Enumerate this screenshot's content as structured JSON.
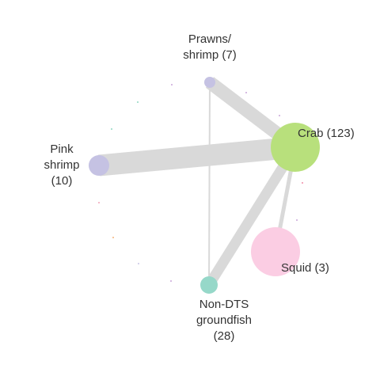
{
  "colors": {
    "edge": "#d9d9d9",
    "crab": "#b8e07c",
    "squid": "#fbcde3",
    "pink_shrimp": "#c5c2e3",
    "prawns": "#c5c2e3",
    "groundfish": "#96d8c9"
  },
  "nodes": [
    {
      "id": "crab",
      "label_lines": [
        "Crab (123)"
      ],
      "value": 123,
      "color": "#b8e07c"
    },
    {
      "id": "pink_shrimp",
      "label_lines": [
        "Pink",
        "shrimp",
        "(10)"
      ],
      "value": 10,
      "color": "#c5c2e3"
    },
    {
      "id": "prawns",
      "label_lines": [
        "Prawns/",
        "shrimp (7)"
      ],
      "value": 7,
      "color": "#c5c2e3"
    },
    {
      "id": "groundfish",
      "label_lines": [
        "Non-DTS",
        "groundfish",
        "(28)"
      ],
      "value": 28,
      "color": "#96d8c9"
    },
    {
      "id": "squid",
      "label_lines": [
        "Squid (3)"
      ],
      "value": 3,
      "color": "#fbcde3"
    }
  ],
  "edges": [
    {
      "from": "crab",
      "to": "pink_shrimp",
      "weight": 10
    },
    {
      "from": "crab",
      "to": "prawns",
      "weight": 5
    },
    {
      "from": "crab",
      "to": "groundfish",
      "weight": 4
    },
    {
      "from": "crab",
      "to": "squid",
      "weight": 2
    },
    {
      "from": "prawns",
      "to": "groundfish",
      "weight": 1
    }
  ]
}
